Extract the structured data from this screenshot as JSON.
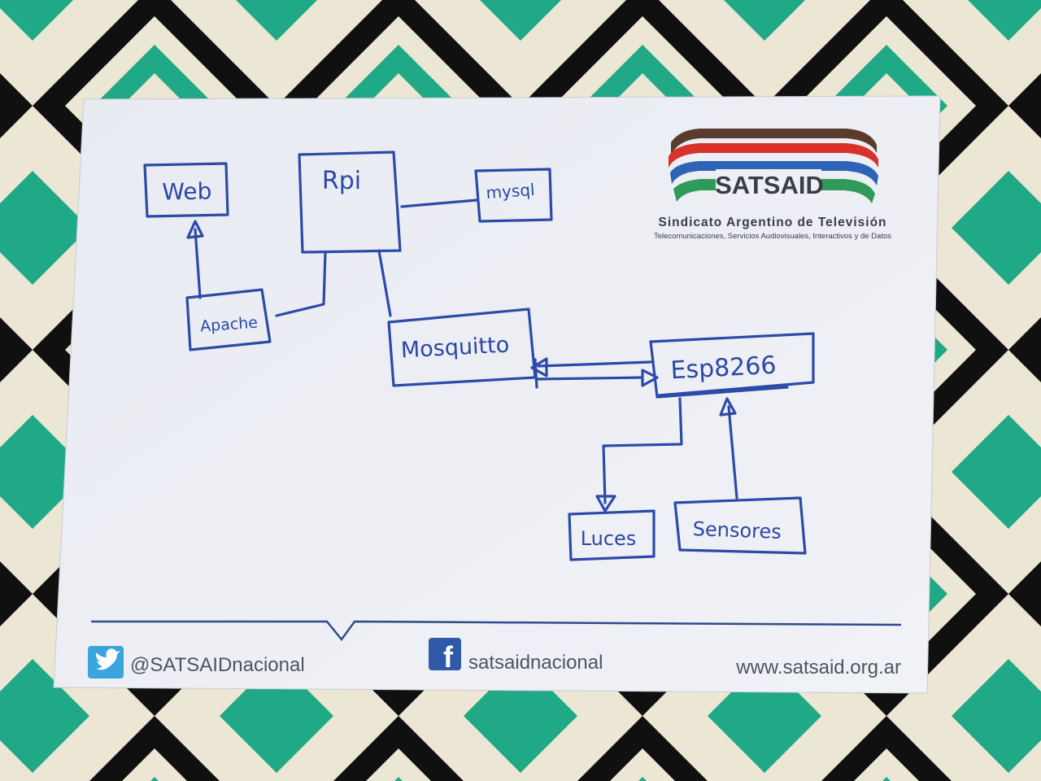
{
  "colors": {
    "ink": "#2c4aa8",
    "paper": "#eef0f5",
    "teal": "#1fa986",
    "black": "#101010",
    "cream": "#ece6d4",
    "logo_red": "#d8322a",
    "logo_blue": "#2f63b8",
    "logo_green": "#2f9a5a",
    "footer_line": "#2f4a8c"
  },
  "diagram": {
    "nodes": {
      "web": "Web",
      "rpi": "Rpi",
      "mysql": "mysql",
      "apache": "Apache",
      "mosquitto": "Mosquitto",
      "esp": "Esp8266",
      "luces": "Luces",
      "sensores": "Sensores"
    },
    "edges": [
      {
        "from": "apache",
        "to": "web",
        "arrow": "to"
      },
      {
        "from": "apache",
        "to": "rpi",
        "arrow": "none"
      },
      {
        "from": "rpi",
        "to": "mysql",
        "arrow": "none"
      },
      {
        "from": "rpi",
        "to": "mosquitto",
        "arrow": "none"
      },
      {
        "from": "esp",
        "to": "mosquitto",
        "arrow": "to"
      },
      {
        "from": "mosquitto",
        "to": "esp",
        "arrow": "to"
      },
      {
        "from": "esp",
        "to": "luces",
        "arrow": "to"
      },
      {
        "from": "sensores",
        "to": "esp",
        "arrow": "to"
      }
    ]
  },
  "logo": {
    "name": "SATSAID",
    "line1": "Sindicato Argentino de Televisión",
    "line2": "Telecomunicaciones, Servicios Audiovisuales, Interactivos y de Datos"
  },
  "footer": {
    "twitter_icon": "twitter-bird-icon",
    "twitter": "@SATSAIDnacional",
    "facebook_icon": "facebook-f-icon",
    "facebook": "satsaidnacional",
    "website": "www.satsaid.org.ar"
  }
}
